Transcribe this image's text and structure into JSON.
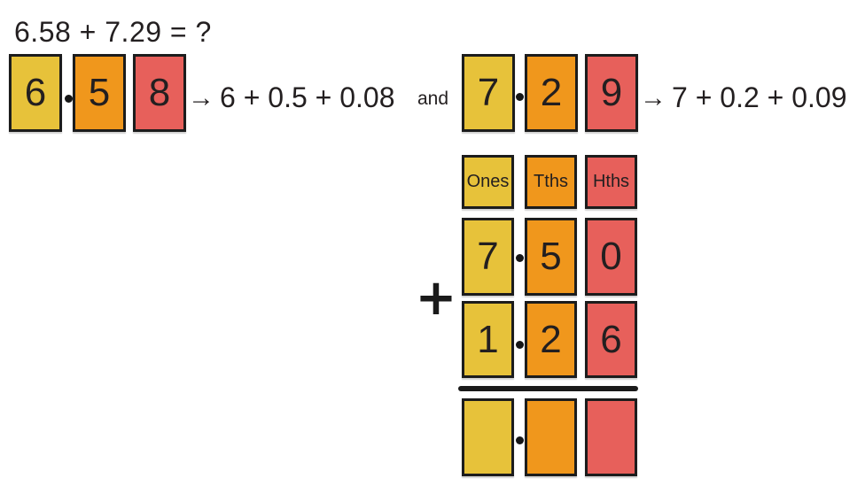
{
  "title": "6.58 + 7.29 = ?",
  "icons": {
    "right_arrow": "→",
    "decimal_point": "•"
  },
  "colors": {
    "ones": "#e7c23a",
    "tenths": "#f0971c",
    "hundredths": "#e7605b",
    "ink": "#231f20"
  },
  "decomposition": {
    "first": {
      "digits": [
        "6",
        "5",
        "8"
      ],
      "expansion": "6 + 0.5 + 0.08"
    },
    "connector": "and",
    "second": {
      "digits": [
        "7",
        "2",
        "9"
      ],
      "expansion": "7 + 0.2 + 0.09"
    }
  },
  "column_addition": {
    "headers": [
      "Ones",
      "Tths",
      "Hths"
    ],
    "operator": "+",
    "rows": [
      [
        "7",
        "5",
        "0"
      ],
      [
        "1",
        "2",
        "6"
      ]
    ],
    "result": [
      "",
      "",
      ""
    ]
  }
}
